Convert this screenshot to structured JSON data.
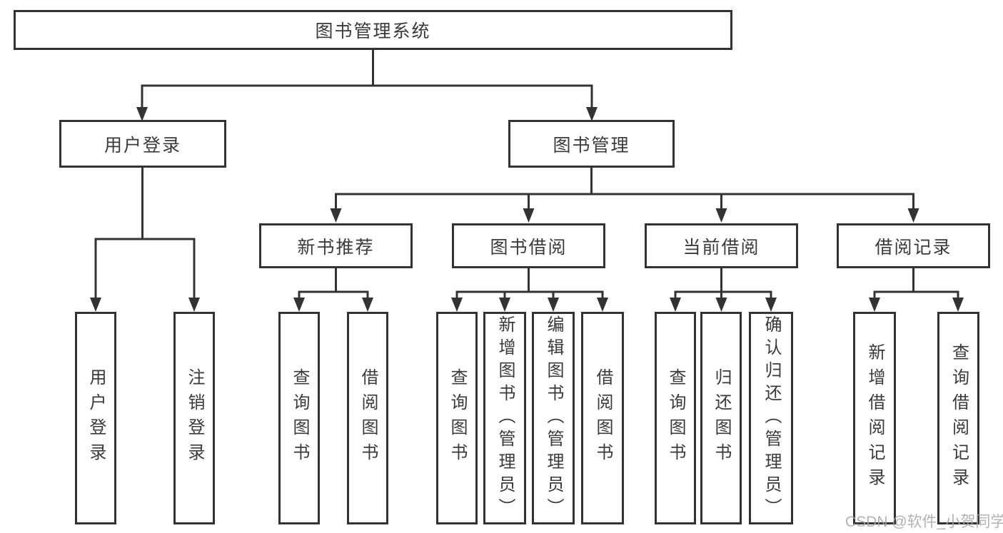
{
  "watermark": "CSDN @软件_小贺同学",
  "colors": {
    "line": "#333333",
    "text": "#3a3a3a",
    "background": "#ffffff",
    "watermark": "#a4a4a4"
  },
  "tree": {
    "root": "图书管理系统",
    "user_login": {
      "label": "用户登录",
      "leaves": [
        "用户登录",
        "注销登录"
      ]
    },
    "book_management": {
      "label": "图书管理",
      "children": [
        {
          "label": "新书推荐",
          "leaves": [
            "查询图书",
            "借阅图书"
          ]
        },
        {
          "label": "图书借阅",
          "leaves": [
            "查询图书",
            "新增图书（管理员）",
            "编辑图书（管理员）",
            "借阅图书"
          ]
        },
        {
          "label": "当前借阅",
          "leaves": [
            "查询图书",
            "归还图书",
            "确认归还（管理员）"
          ]
        },
        {
          "label": "借阅记录",
          "leaves": [
            "新增借阅记录",
            "查询借阅记录"
          ]
        }
      ]
    }
  }
}
